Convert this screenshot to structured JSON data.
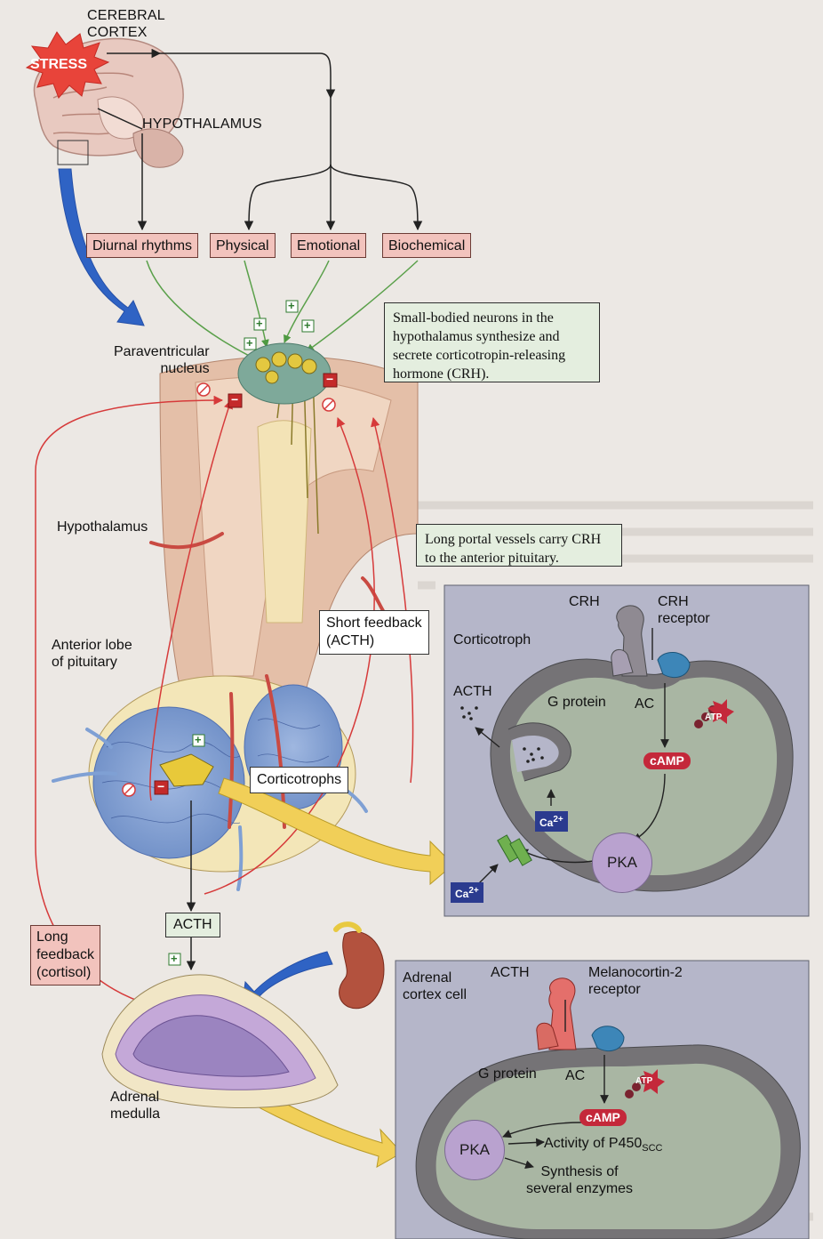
{
  "brain": {
    "cerebral_cortex": "CEREBRAL\nCORTEX",
    "stress": "STRESS",
    "hypothalamus_caps": "HYPOTHALAMUS"
  },
  "inputs": [
    "Diurnal rhythms",
    "Physical",
    "Emotional",
    "Biochemical"
  ],
  "hypothalamus": {
    "paraventricular_nucleus": "Paraventricular\nnucleus",
    "neuron_note": "Small-bodied neurons in the hypothalamus synthesize and secrete corticotropin-releasing hormone (CRH).",
    "hypothalamus_label": "Hypothalamus",
    "portal_note": "Long portal vessels carry CRH to the anterior pituitary."
  },
  "pituitary": {
    "anterior_lobe": "Anterior lobe\nof pituitary",
    "short_feedback": "Short feedback\n(ACTH)",
    "corticotrophs": "Corticotrophs"
  },
  "adrenal": {
    "acth_box": "ACTH",
    "long_feedback": "Long\nfeedback\n(cortisol)",
    "adrenal_medulla": "Adrenal\nmedulla"
  },
  "corticotroph_cell": {
    "crh": "CRH",
    "crh_receptor": "CRH\nreceptor",
    "cell_name": "Corticotroph",
    "acth": "ACTH",
    "g_protein": "G protein",
    "ac": "AC",
    "atp": "ATP",
    "camp": "cAMP",
    "pka": "PKA",
    "ca": "Ca",
    "ca_charge": "2+"
  },
  "adrenal_cell": {
    "cell_name": "Adrenal\ncortex cell",
    "acth": "ACTH",
    "receptor": "Melanocortin-2\nreceptor",
    "g_protein": "G protein",
    "ac": "AC",
    "atp": "ATP",
    "camp": "cAMP",
    "pka": "PKA",
    "activity": "Activity of P450",
    "activity_sub": "SCC",
    "synthesis": "Synthesis of\nseveral enzymes"
  },
  "signs": {
    "plus": "+",
    "minus": "−"
  },
  "colors": {
    "pink_box": "#f2c3bd",
    "green_box": "#e4eedf",
    "panel": "#b5b6c9",
    "camp": "#c4283a",
    "feedback_arrow": "#d63a3a",
    "input_arrow": "#5aa04a",
    "acth_arrow": "#f1cf58"
  }
}
